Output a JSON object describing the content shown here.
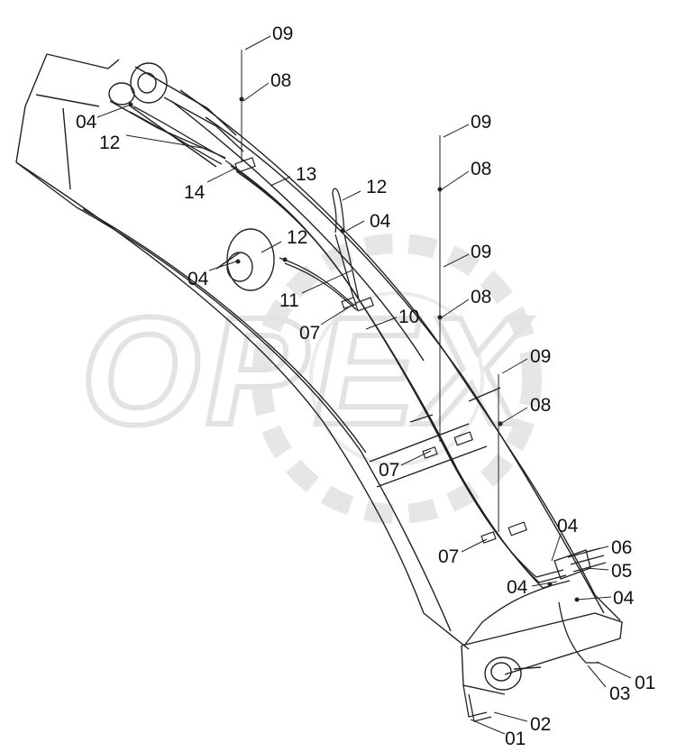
{
  "watermark": {
    "text": "OPEX"
  },
  "callouts": [
    {
      "id": "c1",
      "text": "09"
    },
    {
      "id": "c2",
      "text": "08"
    },
    {
      "id": "c3",
      "text": "04"
    },
    {
      "id": "c4",
      "text": "12"
    },
    {
      "id": "c5",
      "text": "14"
    },
    {
      "id": "c6",
      "text": "13"
    },
    {
      "id": "c7",
      "text": "12"
    },
    {
      "id": "c8",
      "text": "04"
    },
    {
      "id": "c9",
      "text": "12"
    },
    {
      "id": "c10",
      "text": "04"
    },
    {
      "id": "c11",
      "text": "09"
    },
    {
      "id": "c12",
      "text": "08"
    },
    {
      "id": "c13",
      "text": "09"
    },
    {
      "id": "c14",
      "text": "08"
    },
    {
      "id": "c15",
      "text": "11"
    },
    {
      "id": "c16",
      "text": "10"
    },
    {
      "id": "c17",
      "text": "07"
    },
    {
      "id": "c18",
      "text": "09"
    },
    {
      "id": "c19",
      "text": "08"
    },
    {
      "id": "c20",
      "text": "07"
    },
    {
      "id": "c21",
      "text": "04"
    },
    {
      "id": "c22",
      "text": "07"
    },
    {
      "id": "c23",
      "text": "06"
    },
    {
      "id": "c24",
      "text": "05"
    },
    {
      "id": "c25",
      "text": "04"
    },
    {
      "id": "c26",
      "text": "04"
    },
    {
      "id": "c27",
      "text": "01"
    },
    {
      "id": "c28",
      "text": "03"
    },
    {
      "id": "c29",
      "text": "02"
    },
    {
      "id": "c30",
      "text": "01"
    }
  ]
}
